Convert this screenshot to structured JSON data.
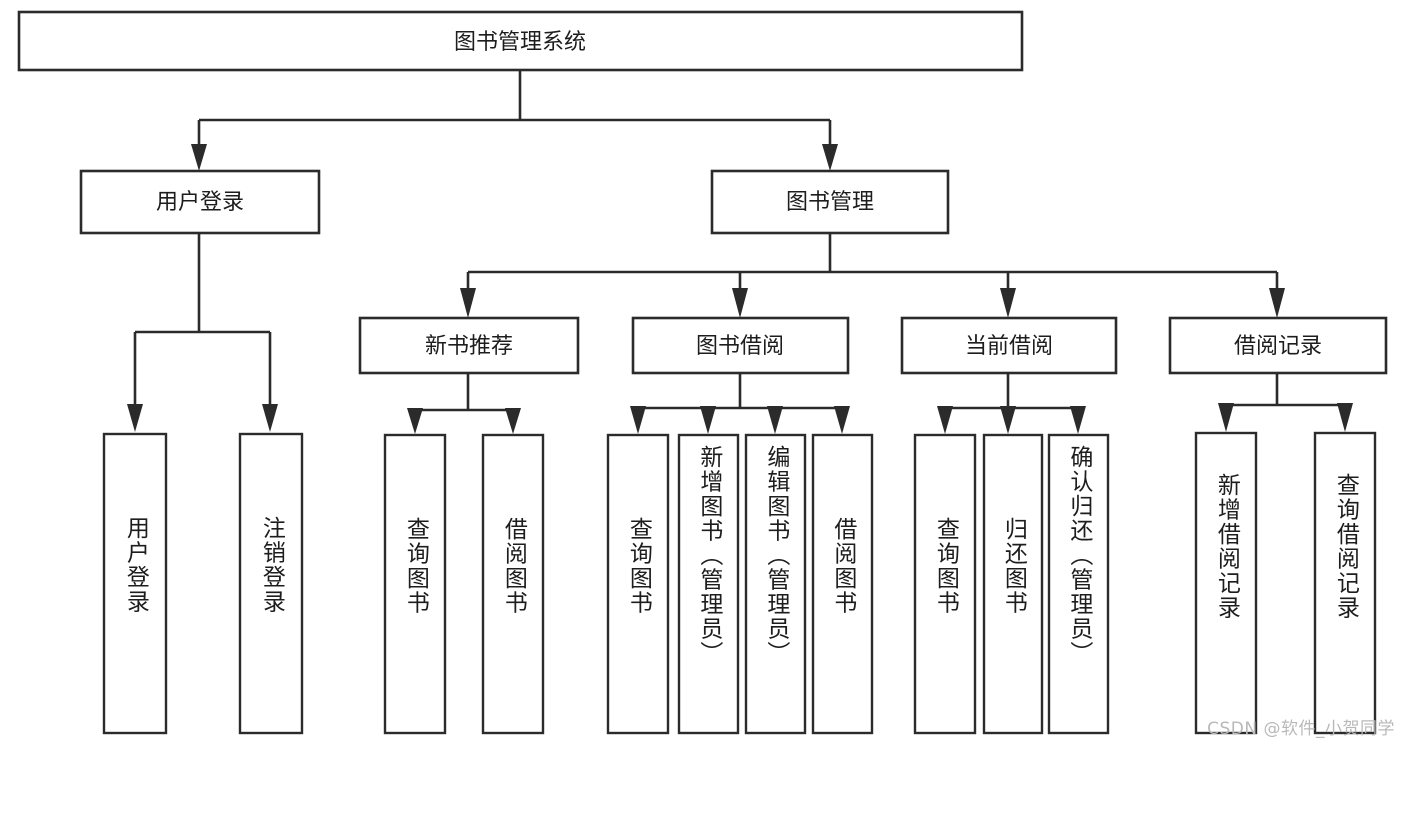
{
  "diagram": {
    "title": "图书管理系统",
    "type": "tree-hierarchy-chart",
    "root": {
      "id": "root",
      "label": "图书管理系统"
    },
    "level1": [
      {
        "id": "user-login",
        "label": "用户登录"
      },
      {
        "id": "book-manage",
        "label": "图书管理"
      }
    ],
    "level2": [
      {
        "id": "new-book-rec",
        "label": "新书推荐",
        "parent": "book-manage"
      },
      {
        "id": "book-borrow",
        "label": "图书借阅",
        "parent": "book-manage"
      },
      {
        "id": "current-borrow",
        "label": "当前借阅",
        "parent": "book-manage"
      },
      {
        "id": "borrow-record",
        "label": "借阅记录",
        "parent": "book-manage"
      }
    ],
    "leaves": [
      {
        "id": "leaf-user-login",
        "label": "用户登录",
        "parent": "user-login"
      },
      {
        "id": "leaf-logout",
        "label": "注销登录",
        "parent": "user-login"
      },
      {
        "id": "leaf-query-book-1",
        "label": "查询图书",
        "parent": "new-book-rec"
      },
      {
        "id": "leaf-borrow-book-1",
        "label": "借阅图书",
        "parent": "new-book-rec"
      },
      {
        "id": "leaf-query-book-2",
        "label": "查询图书",
        "parent": "book-borrow"
      },
      {
        "id": "leaf-add-book",
        "label": "新增图书（管理员）",
        "parent": "book-borrow"
      },
      {
        "id": "leaf-edit-book",
        "label": "编辑图书（管理员）",
        "parent": "book-borrow"
      },
      {
        "id": "leaf-borrow-book-2",
        "label": "借阅图书",
        "parent": "book-borrow"
      },
      {
        "id": "leaf-query-book-3",
        "label": "查询图书",
        "parent": "current-borrow"
      },
      {
        "id": "leaf-return-book",
        "label": "归还图书",
        "parent": "current-borrow"
      },
      {
        "id": "leaf-confirm-return",
        "label": "确认归还（管理员）",
        "parent": "current-borrow"
      },
      {
        "id": "leaf-add-record",
        "label": "新增借阅记录",
        "parent": "borrow-record"
      },
      {
        "id": "leaf-query-record",
        "label": "查询借阅记录",
        "parent": "borrow-record"
      }
    ],
    "colors": {
      "stroke": "#2b2b2b",
      "fill": "#ffffff",
      "text": "#1d1d1d",
      "watermark": "#b9b9b9",
      "background": "#ffffff"
    }
  },
  "watermark": {
    "text": "CSDN @软件_小贺同学"
  }
}
